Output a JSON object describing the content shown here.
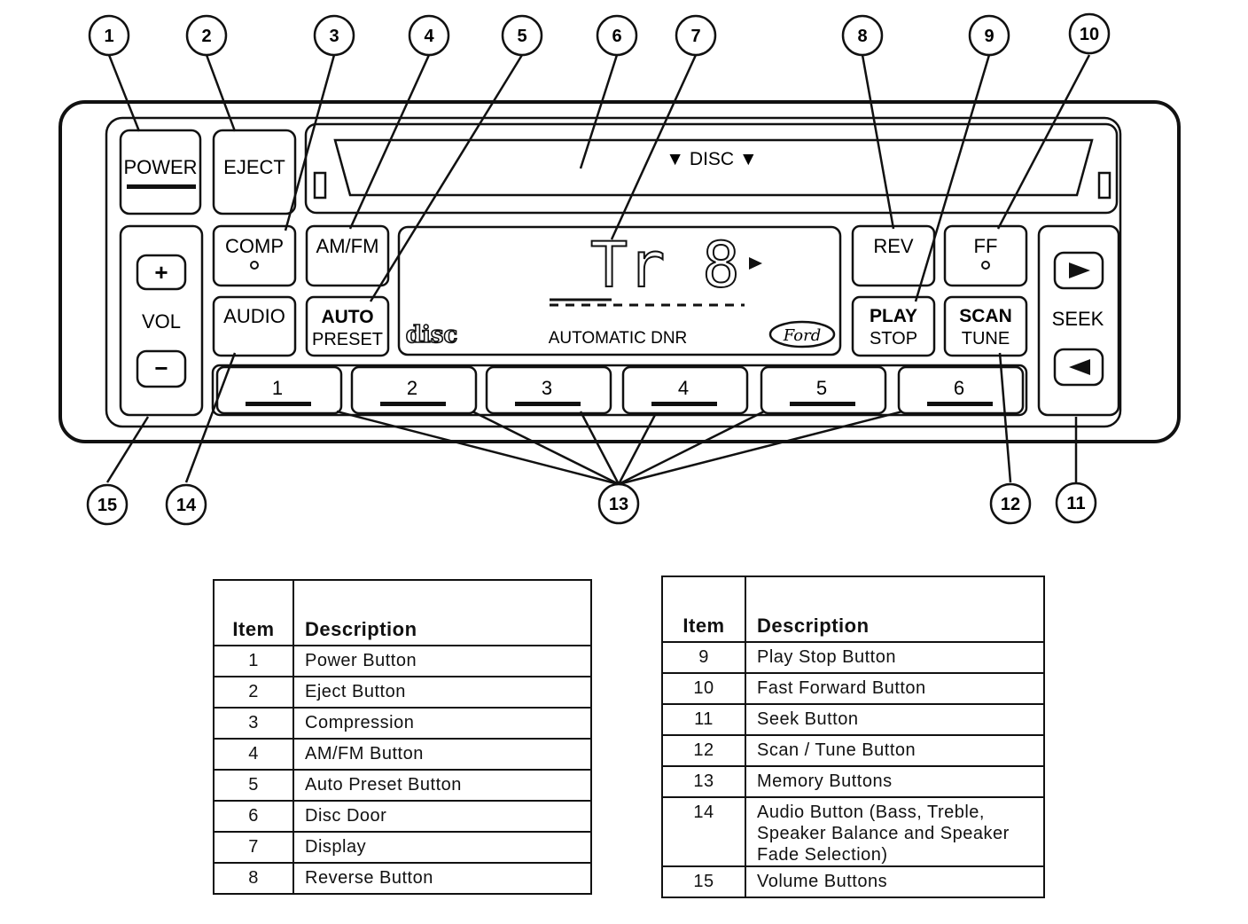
{
  "diagram": {
    "callouts": [
      "1",
      "2",
      "3",
      "4",
      "5",
      "6",
      "7",
      "8",
      "9",
      "10",
      "11",
      "12",
      "13",
      "14",
      "15"
    ],
    "radio": {
      "power_label": "POWER",
      "eject_label": "EJECT",
      "comp_label": "COMP",
      "amfm_label": "AM/FM",
      "audio_label": "AUDIO",
      "auto_label": "AUTO",
      "preset_label": "PRESET",
      "disc_label": "▼ DISC ▼",
      "rev_label": "REV",
      "ff_label": "FF",
      "play_label": "PLAY",
      "stop_label": "STOP",
      "scan_label": "SCAN",
      "tune_label": "TUNE",
      "seek_label": "SEEK",
      "vol_label": "VOL",
      "vol_up": "+",
      "vol_down": "−",
      "display_text": "AUTOMATIC DNR",
      "display_track": "Tr  8",
      "disc_logo": "disc",
      "brand_logo": "Ford",
      "memory_buttons": [
        "1",
        "2",
        "3",
        "4",
        "5",
        "6"
      ]
    }
  },
  "legend_left": {
    "header_item": "Item",
    "header_description": "Description",
    "rows": [
      {
        "item": "1",
        "description": "Power Button"
      },
      {
        "item": "2",
        "description": "Eject Button"
      },
      {
        "item": "3",
        "description": "Compression"
      },
      {
        "item": "4",
        "description": "AM/FM Button"
      },
      {
        "item": "5",
        "description": "Auto Preset Button"
      },
      {
        "item": "6",
        "description": "Disc Door"
      },
      {
        "item": "7",
        "description": "Display"
      },
      {
        "item": "8",
        "description": "Reverse Button"
      }
    ]
  },
  "legend_right": {
    "header_item": "Item",
    "header_description": "Description",
    "rows": [
      {
        "item": "9",
        "description": "Play Stop Button"
      },
      {
        "item": "10",
        "description": "Fast Forward Button"
      },
      {
        "item": "11",
        "description": "Seek Button"
      },
      {
        "item": "12",
        "description": "Scan / Tune Button"
      },
      {
        "item": "13",
        "description": "Memory Buttons"
      },
      {
        "item": "14",
        "description": "Audio Button (Bass, Treble, Speaker Balance and Speaker Fade Selection)"
      },
      {
        "item": "15",
        "description": "Volume Buttons"
      }
    ]
  }
}
